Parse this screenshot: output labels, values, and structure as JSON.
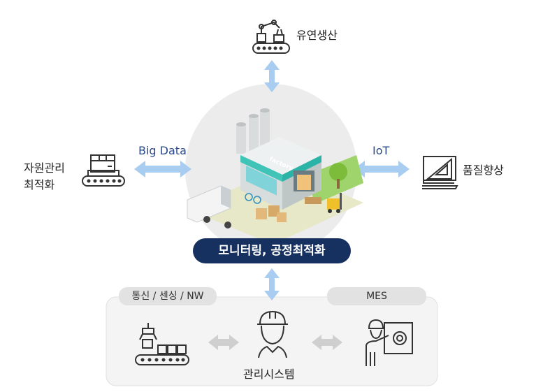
{
  "top": {
    "label": "유연생산"
  },
  "left": {
    "label_line1": "자원관리",
    "label_line2": "최적화",
    "arrow_label": "Big Data"
  },
  "right": {
    "label": "품질향상",
    "arrow_label": "IoT"
  },
  "center": {
    "badge": "모니터링, 공정최적화",
    "factory_sign": "factory"
  },
  "bottom": {
    "left_pill": "통신 / 센싱 / NW",
    "right_pill": "MES",
    "title": "관리시스템"
  },
  "colors": {
    "arrow": "#a9cdf0",
    "navy": "#16305f",
    "panel": "#f3f3f3",
    "icon": "#333333"
  }
}
